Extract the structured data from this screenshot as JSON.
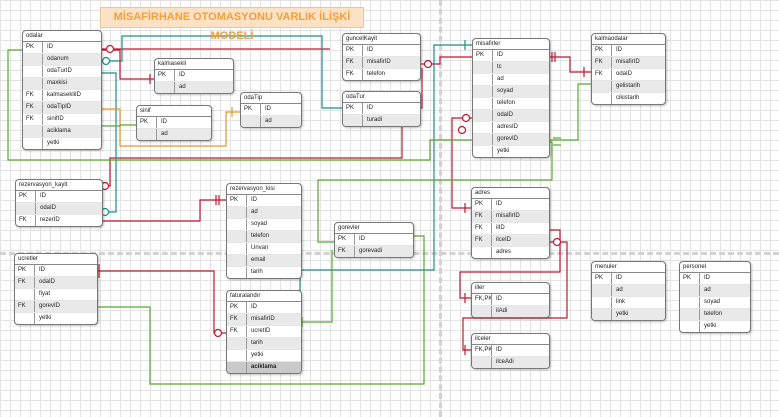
{
  "diagram_title": "MİSAFİRHANE OTOMASYONU  VARLIK İLİŞKİ MODELİ",
  "colors": {
    "title_text": "#f0a03c",
    "title_bg": "#fbe2c4",
    "rel_red": "#c0182e",
    "rel_teal": "#1a8f86",
    "rel_green": "#5aa832",
    "rel_orange": "#e7962b",
    "header_cells": "#e9e9e9"
  },
  "entities": {
    "odalar": {
      "title": "odalar",
      "rows": [
        {
          "key": "PK",
          "field": "ID"
        },
        {
          "key": "",
          "field": "odanum"
        },
        {
          "key": "",
          "field": "odaTurID"
        },
        {
          "key": "",
          "field": "maxkisi"
        },
        {
          "key": "FK",
          "field": "kalmasekliID"
        },
        {
          "key": "FK",
          "field": "odaTipID"
        },
        {
          "key": "FK",
          "field": "sinifID"
        },
        {
          "key": "",
          "field": "aciklama"
        },
        {
          "key": "",
          "field": "yetki"
        }
      ]
    },
    "kalmasekli": {
      "title": "kalmasekli",
      "rows": [
        {
          "key": "PK",
          "field": "ID"
        },
        {
          "key": "",
          "field": "ad"
        }
      ]
    },
    "sinif": {
      "title": "sinif",
      "rows": [
        {
          "key": "PK",
          "field": "ID"
        },
        {
          "key": "",
          "field": "ad"
        }
      ]
    },
    "odaTip": {
      "title": "odaTip",
      "rows": [
        {
          "key": "PK",
          "field": "ID"
        },
        {
          "key": "",
          "field": "ad"
        }
      ]
    },
    "guncelKayit": {
      "title": "guncelKayit",
      "rows": [
        {
          "key": "PK",
          "field": "ID"
        },
        {
          "key": "FK",
          "field": "misafirID"
        },
        {
          "key": "FK",
          "field": "telefon"
        }
      ]
    },
    "odaTur": {
      "title": "odaTur",
      "rows": [
        {
          "key": "PK",
          "field": "ID"
        },
        {
          "key": "",
          "field": "turadi"
        }
      ]
    },
    "misafirler": {
      "title": "misafirler",
      "rows": [
        {
          "key": "PK",
          "field": "ID"
        },
        {
          "key": "",
          "field": "tc"
        },
        {
          "key": "",
          "field": "ad"
        },
        {
          "key": "",
          "field": "soyad"
        },
        {
          "key": "",
          "field": "telefon"
        },
        {
          "key": "",
          "field": "odaID"
        },
        {
          "key": "",
          "field": "adresID"
        },
        {
          "key": "",
          "field": "gorevID"
        },
        {
          "key": "",
          "field": "yetki"
        }
      ]
    },
    "kalmaodalar": {
      "title": "kalmaodalar",
      "rows": [
        {
          "key": "PK",
          "field": "ID"
        },
        {
          "key": "FK",
          "field": "misafirID"
        },
        {
          "key": "FK",
          "field": "odaID"
        },
        {
          "key": "",
          "field": "gelistarih"
        },
        {
          "key": "",
          "field": "cikistarih"
        }
      ]
    },
    "rezervasyon_kayit": {
      "title": "rezervasyon_kayit",
      "rows": [
        {
          "key": "PK",
          "field": "ID"
        },
        {
          "key": "",
          "field": "odaID"
        },
        {
          "key": "FK",
          "field": "rezerID"
        }
      ]
    },
    "rezervasyon_kisi": {
      "title": "rezervasyon_kisi",
      "rows": [
        {
          "key": "PK",
          "field": "ID"
        },
        {
          "key": "",
          "field": "ad"
        },
        {
          "key": "",
          "field": "soyad"
        },
        {
          "key": "",
          "field": "telefon"
        },
        {
          "key": "",
          "field": "Unvan"
        },
        {
          "key": "",
          "field": "email"
        },
        {
          "key": "",
          "field": "tarih"
        }
      ]
    },
    "gorevler": {
      "title": "gorevler",
      "rows": [
        {
          "key": "PK",
          "field": "ID"
        },
        {
          "key": "FK",
          "field": "gorevadi"
        }
      ]
    },
    "adres": {
      "title": "adres",
      "rows": [
        {
          "key": "PK",
          "field": "ID"
        },
        {
          "key": "FK",
          "field": "misafirID"
        },
        {
          "key": "FK",
          "field": "ilID"
        },
        {
          "key": "FK",
          "field": "ilceID"
        },
        {
          "key": "",
          "field": "adres"
        }
      ]
    },
    "iller": {
      "title": "iller",
      "rows": [
        {
          "key": "FK,PK",
          "field": "ID"
        },
        {
          "key": "",
          "field": "ilAdi"
        }
      ]
    },
    "ilceler": {
      "title": "ilceler",
      "rows": [
        {
          "key": "FK,PK",
          "field": "ID"
        },
        {
          "key": "",
          "field": "ilceAdi"
        }
      ]
    },
    "ucretler": {
      "title": "ucretler",
      "rows": [
        {
          "key": "PK",
          "field": "ID"
        },
        {
          "key": "FK",
          "field": "odaID"
        },
        {
          "key": "",
          "field": "fiyat"
        },
        {
          "key": "FK",
          "field": "gorevID"
        },
        {
          "key": "",
          "field": "yetki"
        }
      ]
    },
    "faturalandir": {
      "title": "faturalandır",
      "rows": [
        {
          "key": "PK",
          "field": "ID"
        },
        {
          "key": "FK",
          "field": "misafirID"
        },
        {
          "key": "FK",
          "field": "ucretID"
        },
        {
          "key": "",
          "field": "tarih"
        },
        {
          "key": "",
          "field": "yetki"
        },
        {
          "key": "",
          "field": "aciklama"
        }
      ]
    },
    "menuler": {
      "title": "menuler",
      "rows": [
        {
          "key": "PK",
          "field": "ID"
        },
        {
          "key": "",
          "field": "ad"
        },
        {
          "key": "",
          "field": "link"
        },
        {
          "key": "",
          "field": "yetki"
        }
      ]
    },
    "personel": {
      "title": "personel",
      "rows": [
        {
          "key": "PK",
          "field": "ID"
        },
        {
          "key": "",
          "field": "ad"
        },
        {
          "key": "",
          "field": "soyad"
        },
        {
          "key": "",
          "field": "telefon"
        },
        {
          "key": "",
          "field": "yetki"
        }
      ]
    }
  }
}
